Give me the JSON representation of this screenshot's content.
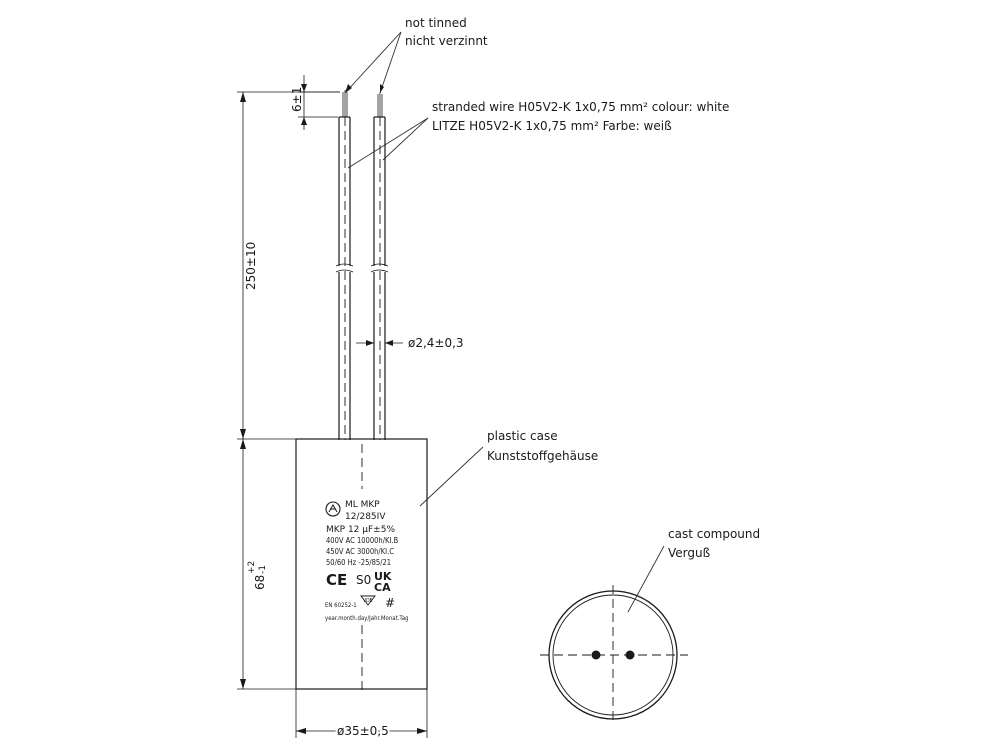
{
  "annotations": {
    "not_tinned_en": "not tinned",
    "not_tinned_de": "nicht verzinnt",
    "wire_en": "stranded wire H05V2-K     1x0,75 mm² colour: white",
    "wire_de": "LITZE H05V2-K     1x0,75 mm² Farbe: weiß",
    "case_en": "plastic case",
    "case_de": "Kunststoffgehäuse",
    "compound_en": "cast compound",
    "compound_de": "Verguß"
  },
  "dimensions": {
    "strip_length": "6±1",
    "lead_length": "250±10",
    "wire_diameter": "ø2,4±0,3",
    "body_height": "68",
    "body_height_tol_plus": "+2",
    "body_height_tol_minus": "-1",
    "body_diameter": "ø35±0,5"
  },
  "label": {
    "line1": "ML MKP",
    "line2": "12/285IV",
    "line3": "MKP 12 µF±5%",
    "line4": "400V AC 10000h/KI.B",
    "line5": "450V AC 3000h/KI.C",
    "line6": "50/60 Hz -25/85/21",
    "ce_mark": "CE",
    "s0_mark": "S0",
    "ukca_top": "UK",
    "ukca_bottom": "CA",
    "standard": "EN 60252-1",
    "vde_mark": "VDE",
    "date_code": "year.month.day/Jahr.Monat.Tag",
    "hash_mark": "#"
  },
  "colors": {
    "line": "#1a1a1a",
    "background": "#ffffff"
  }
}
